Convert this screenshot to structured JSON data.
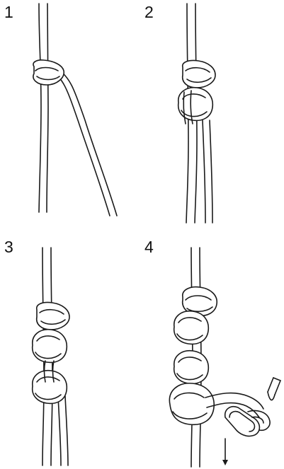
{
  "steps": [
    {
      "label": "1"
    },
    {
      "label": "2"
    },
    {
      "label": "3"
    },
    {
      "label": "4"
    }
  ],
  "colors": {
    "line": "#1a1a1a",
    "background": "#ffffff"
  }
}
